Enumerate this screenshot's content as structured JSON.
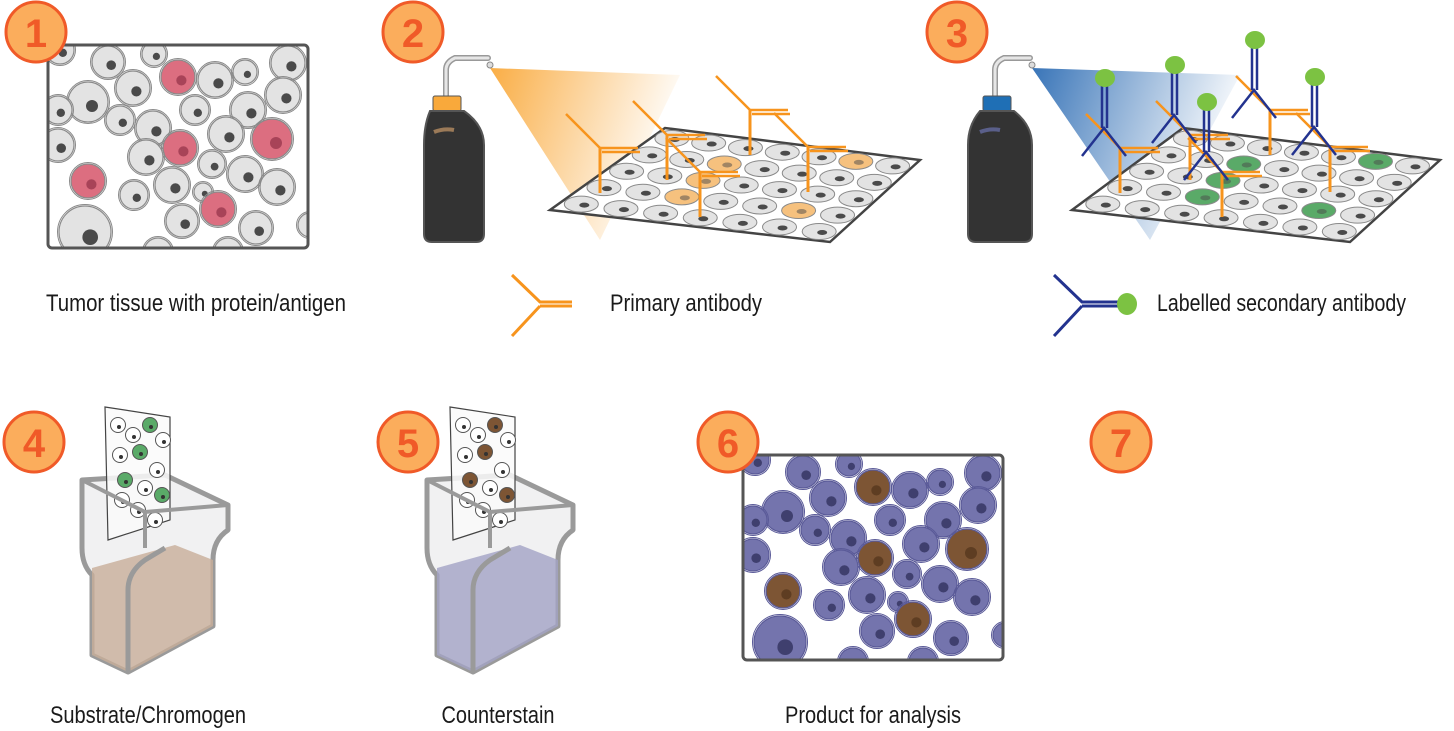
{
  "title": "Immunohistochemistry workflow",
  "colors": {
    "badge_fill": "#fbad5c",
    "badge_stroke": "#f05a28",
    "badge_text": "#f05a28",
    "frame": "#555555",
    "cell_fill": "#e3e3e3",
    "cell_stroke": "#8a8a8a",
    "nucleus": "#4a4a4a",
    "antigen_cell": "#dc6e80",
    "antigen_nucleus": "#a84358",
    "primary_antibody": "#f7941d",
    "primary_bound": "#f6c17e",
    "secondary_antibody": "#23338f",
    "label_green": "#7cc242",
    "bound_green": "#5aaa68",
    "bottle": "#333333",
    "bottle_cap_primary": "#f9a93b",
    "bottle_cap_secondary": "#1f6fb5",
    "spray_primary": "#f9a93b",
    "spray_secondary": "#2e6db4",
    "chromogen_liquid": "#c8ae98",
    "counterstain_liquid": "#a3a3c4",
    "stained_brown": "#7d5534",
    "hematoxylin_blue": "#7474ad",
    "hematoxylin_nucleus": "#3f3f6e"
  },
  "steps": [
    {
      "number": "1",
      "caption": "Tumor tissue with protein/antigen"
    },
    {
      "number": "2",
      "caption": "Primary antibody"
    },
    {
      "number": "3",
      "caption": "Labelled secondary antibody"
    },
    {
      "number": "4",
      "caption": "Substrate/Chromogen"
    },
    {
      "number": "5",
      "caption": "Counterstain"
    },
    {
      "number": "6",
      "caption": "Product for analysis"
    },
    {
      "number": "7",
      "caption": ""
    }
  ]
}
